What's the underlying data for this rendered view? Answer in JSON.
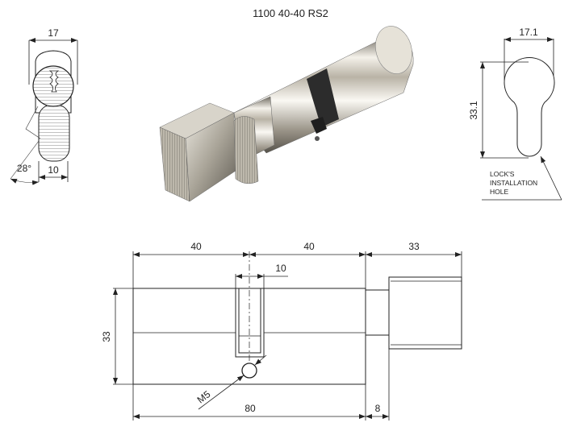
{
  "title": "1100 40-40 RS2",
  "side_view": {
    "width_label": "17",
    "knob_width_label": "10",
    "angle_label": "28°"
  },
  "hole_view": {
    "width_label": "17.1",
    "height_label": "33.1",
    "note_lines": [
      "LOCK'S",
      "INSTALLATION",
      "HOLE"
    ]
  },
  "front_view": {
    "left_length_label": "40",
    "right_length_label": "40",
    "knob_length_label": "33",
    "cam_width_label": "10",
    "height_label": "33",
    "screw_label": "M5",
    "total_length_label": "80",
    "neck_length_label": "8"
  }
}
